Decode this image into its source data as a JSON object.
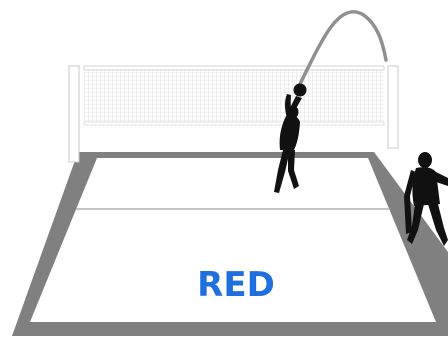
{
  "court": {
    "team_label": "RED",
    "colors": {
      "boundary": "#808080",
      "floor": "#ffffff",
      "attack_line": "#9a9a9a",
      "label": "#1f6fe0",
      "net_mesh": "#d8d8d8",
      "net_post": "#c8c8c8",
      "silhouette": "#111111",
      "ball_path": "#909090"
    }
  },
  "scene": {
    "figures": [
      "spiker-silhouette",
      "defender-silhouette"
    ],
    "objects": [
      "volleyball",
      "ball-trajectory",
      "net",
      "court"
    ]
  }
}
